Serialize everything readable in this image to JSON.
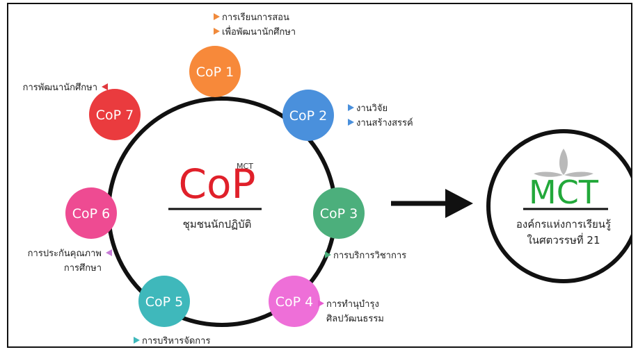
{
  "center": {
    "title": "CoP",
    "superscript": "MCT",
    "subtitle": "ชุมชนนักปฏิบัติ",
    "title_color": "#e0202a"
  },
  "nodes": [
    {
      "label": "CoP 1",
      "color": "#f7893a",
      "notes": [
        "การเรียนการสอน",
        "เพื่อพัฒนานักศึกษา"
      ],
      "arrow_color": "#f08a3c"
    },
    {
      "label": "CoP 2",
      "color": "#4a90dc",
      "notes": [
        "งานวิจัย",
        "งานสร้างสรรค์"
      ],
      "arrow_color": "#4a90dc"
    },
    {
      "label": "CoP 3",
      "color": "#4caf7c",
      "notes": [
        "การบริการวิชาการ"
      ],
      "arrow_color": "#4caf7c"
    },
    {
      "label": "CoP 4",
      "color": "#ee6fd8",
      "notes": [
        "การทำนุบำรุง",
        "ศิลปวัฒนธรรม"
      ],
      "arrow_color": "#e85bd0"
    },
    {
      "label": "CoP 5",
      "color": "#3fb8bb",
      "notes": [
        "การบริหารจัดการ"
      ],
      "arrow_color": "#3fb8bb"
    },
    {
      "label": "CoP 6",
      "color": "#ee4b92",
      "notes": [
        "การประกันคุณภาพ",
        "การศึกษา"
      ],
      "arrow_color": "#c77bd6"
    },
    {
      "label": "CoP 7",
      "color": "#ea3b3e",
      "notes": [
        "การพัฒนานักศึกษา"
      ],
      "arrow_color": "#e0383d"
    }
  ],
  "mct": {
    "title": "MCT",
    "title_color": "#22a83a",
    "subtitle_lines": [
      "องค์กรแห่งการเรียนรู้",
      "ในศตวรรษที่ 21"
    ]
  },
  "icons": {
    "flow_arrow": "right-arrow-icon",
    "note_marker": "triangle-icon",
    "leaf": "leaf-logo-icon"
  }
}
